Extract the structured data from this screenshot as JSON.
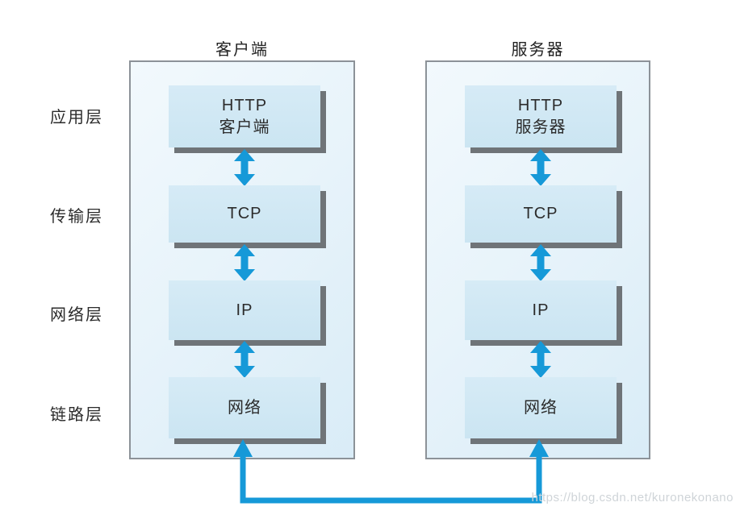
{
  "page": {
    "background": "#ffffff",
    "watermark": "https://blog.csdn.net/kuronekonano"
  },
  "diagram": {
    "layers": [
      {
        "label": "应用层"
      },
      {
        "label": "传输层"
      },
      {
        "label": "网络层"
      },
      {
        "label": "链路层"
      }
    ],
    "columns": [
      {
        "title": "客户端",
        "boxes": [
          {
            "lines": [
              "HTTP",
              "客户端"
            ]
          },
          {
            "lines": [
              "TCP"
            ]
          },
          {
            "lines": [
              "IP"
            ]
          },
          {
            "lines": [
              "网络"
            ]
          }
        ]
      },
      {
        "title": "服务器",
        "boxes": [
          {
            "lines": [
              "HTTP",
              "服务器"
            ]
          },
          {
            "lines": [
              "TCP"
            ]
          },
          {
            "lines": [
              "IP"
            ]
          },
          {
            "lines": [
              "网络"
            ]
          }
        ]
      }
    ],
    "colors": {
      "arrow_blue": "#1699d8",
      "box_fill": "#cfe7f4",
      "panel_fill": "#eaf4fb",
      "shadow_gray": "#6f7478",
      "border_gray": "#8c9298",
      "text_dark": "#2b2b2b",
      "watermark_gray": "#cfd4d8"
    }
  }
}
